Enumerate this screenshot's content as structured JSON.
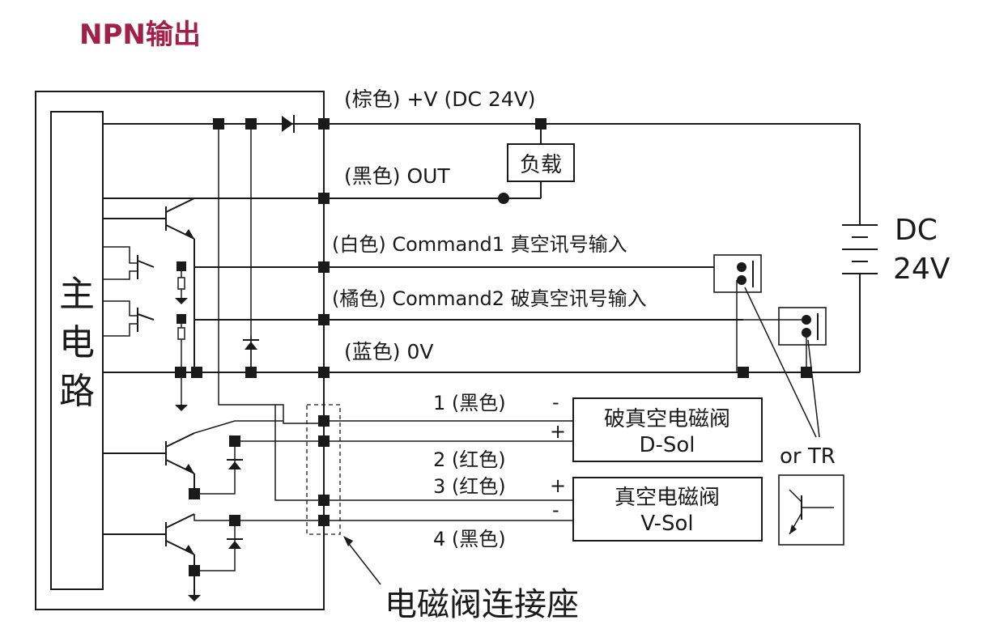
{
  "title": "NPN输出",
  "main_circuit_label": [
    "主",
    "电",
    "路"
  ],
  "wires": {
    "brown": "(棕色) +V (DC 24V)",
    "black_out": "(黑色) OUT",
    "white": "(白色) Command1 真空讯号输入",
    "orange": "(橘色) Command2 破真空讯号输入",
    "blue": "(蓝色) 0V"
  },
  "load_label": "负载",
  "power": {
    "line1": "DC",
    "line2": "24V"
  },
  "valve_pins": {
    "pin1": "1 (黑色)",
    "pin2": "2 (红色)",
    "pin3": "3 (红色)",
    "pin4": "4 (黑色)"
  },
  "polarity": {
    "minus": "-",
    "plus": "+"
  },
  "break_valve": {
    "line1": "破真空电磁阀",
    "line2": "D-Sol"
  },
  "vacuum_valve": {
    "line1": "真空电磁阀",
    "line2": "V-Sol"
  },
  "or_tr": "or TR",
  "connector_label": "电磁阀连接座",
  "colors": {
    "title": "#a0204a",
    "ink": "#1a1a1a"
  }
}
